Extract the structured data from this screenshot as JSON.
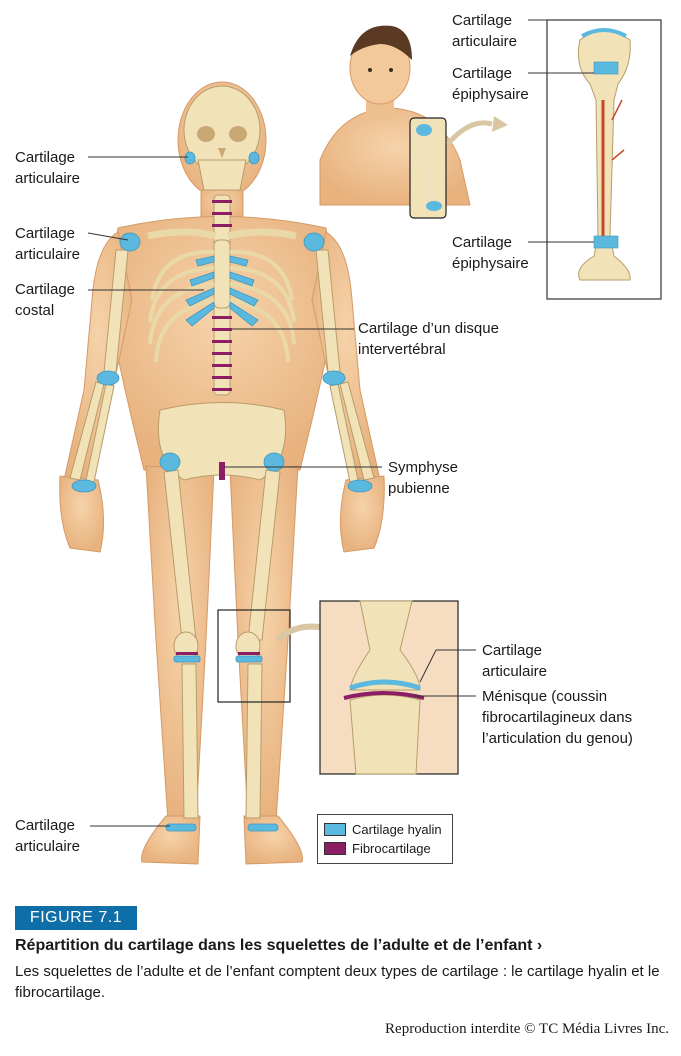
{
  "colors": {
    "hyaline": "#5bb8de",
    "fibro": "#8c1f64",
    "skin": "#f0c394",
    "bone": "#f1e2b8",
    "figure_tag": "#0d6ea8"
  },
  "labels": {
    "head_cartilage": [
      "Cartilage",
      "articulaire"
    ],
    "shoulder_cartilage": [
      "Cartilage",
      "articulaire"
    ],
    "costal_cartilage": [
      "Cartilage",
      "costal"
    ],
    "disc": [
      "Cartilage d’un disque",
      "intervertébral"
    ],
    "symphysis": [
      "Symphyse",
      "pubienne"
    ],
    "foot_cartilage": [
      "Cartilage",
      "articulaire"
    ],
    "bone_top": [
      "Cartilage",
      "articulaire"
    ],
    "bone_epi1": [
      "Cartilage",
      "épiphysaire"
    ],
    "bone_epi2": [
      "Cartilage",
      "épiphysaire"
    ],
    "knee_cartilage": [
      "Cartilage",
      "articulaire"
    ],
    "meniscus": [
      "Ménisque (coussin",
      "fibrocartilagineux dans",
      "l’articulation du genou)"
    ]
  },
  "legend": {
    "hyaline": "Cartilage hyalin",
    "fibro": "Fibrocartilage"
  },
  "caption": {
    "figure": "FIGURE 7.1",
    "title": "Répartition du cartilage dans les squelettes de l’adulte et de l’enfant ›",
    "text": "Les squelettes de l’adulte et de l’enfant comptent deux types de cartilage : le cartilage hyalin et le fibrocartilage."
  },
  "copyright": "Reproduction interdite © TC Média Livres Inc."
}
